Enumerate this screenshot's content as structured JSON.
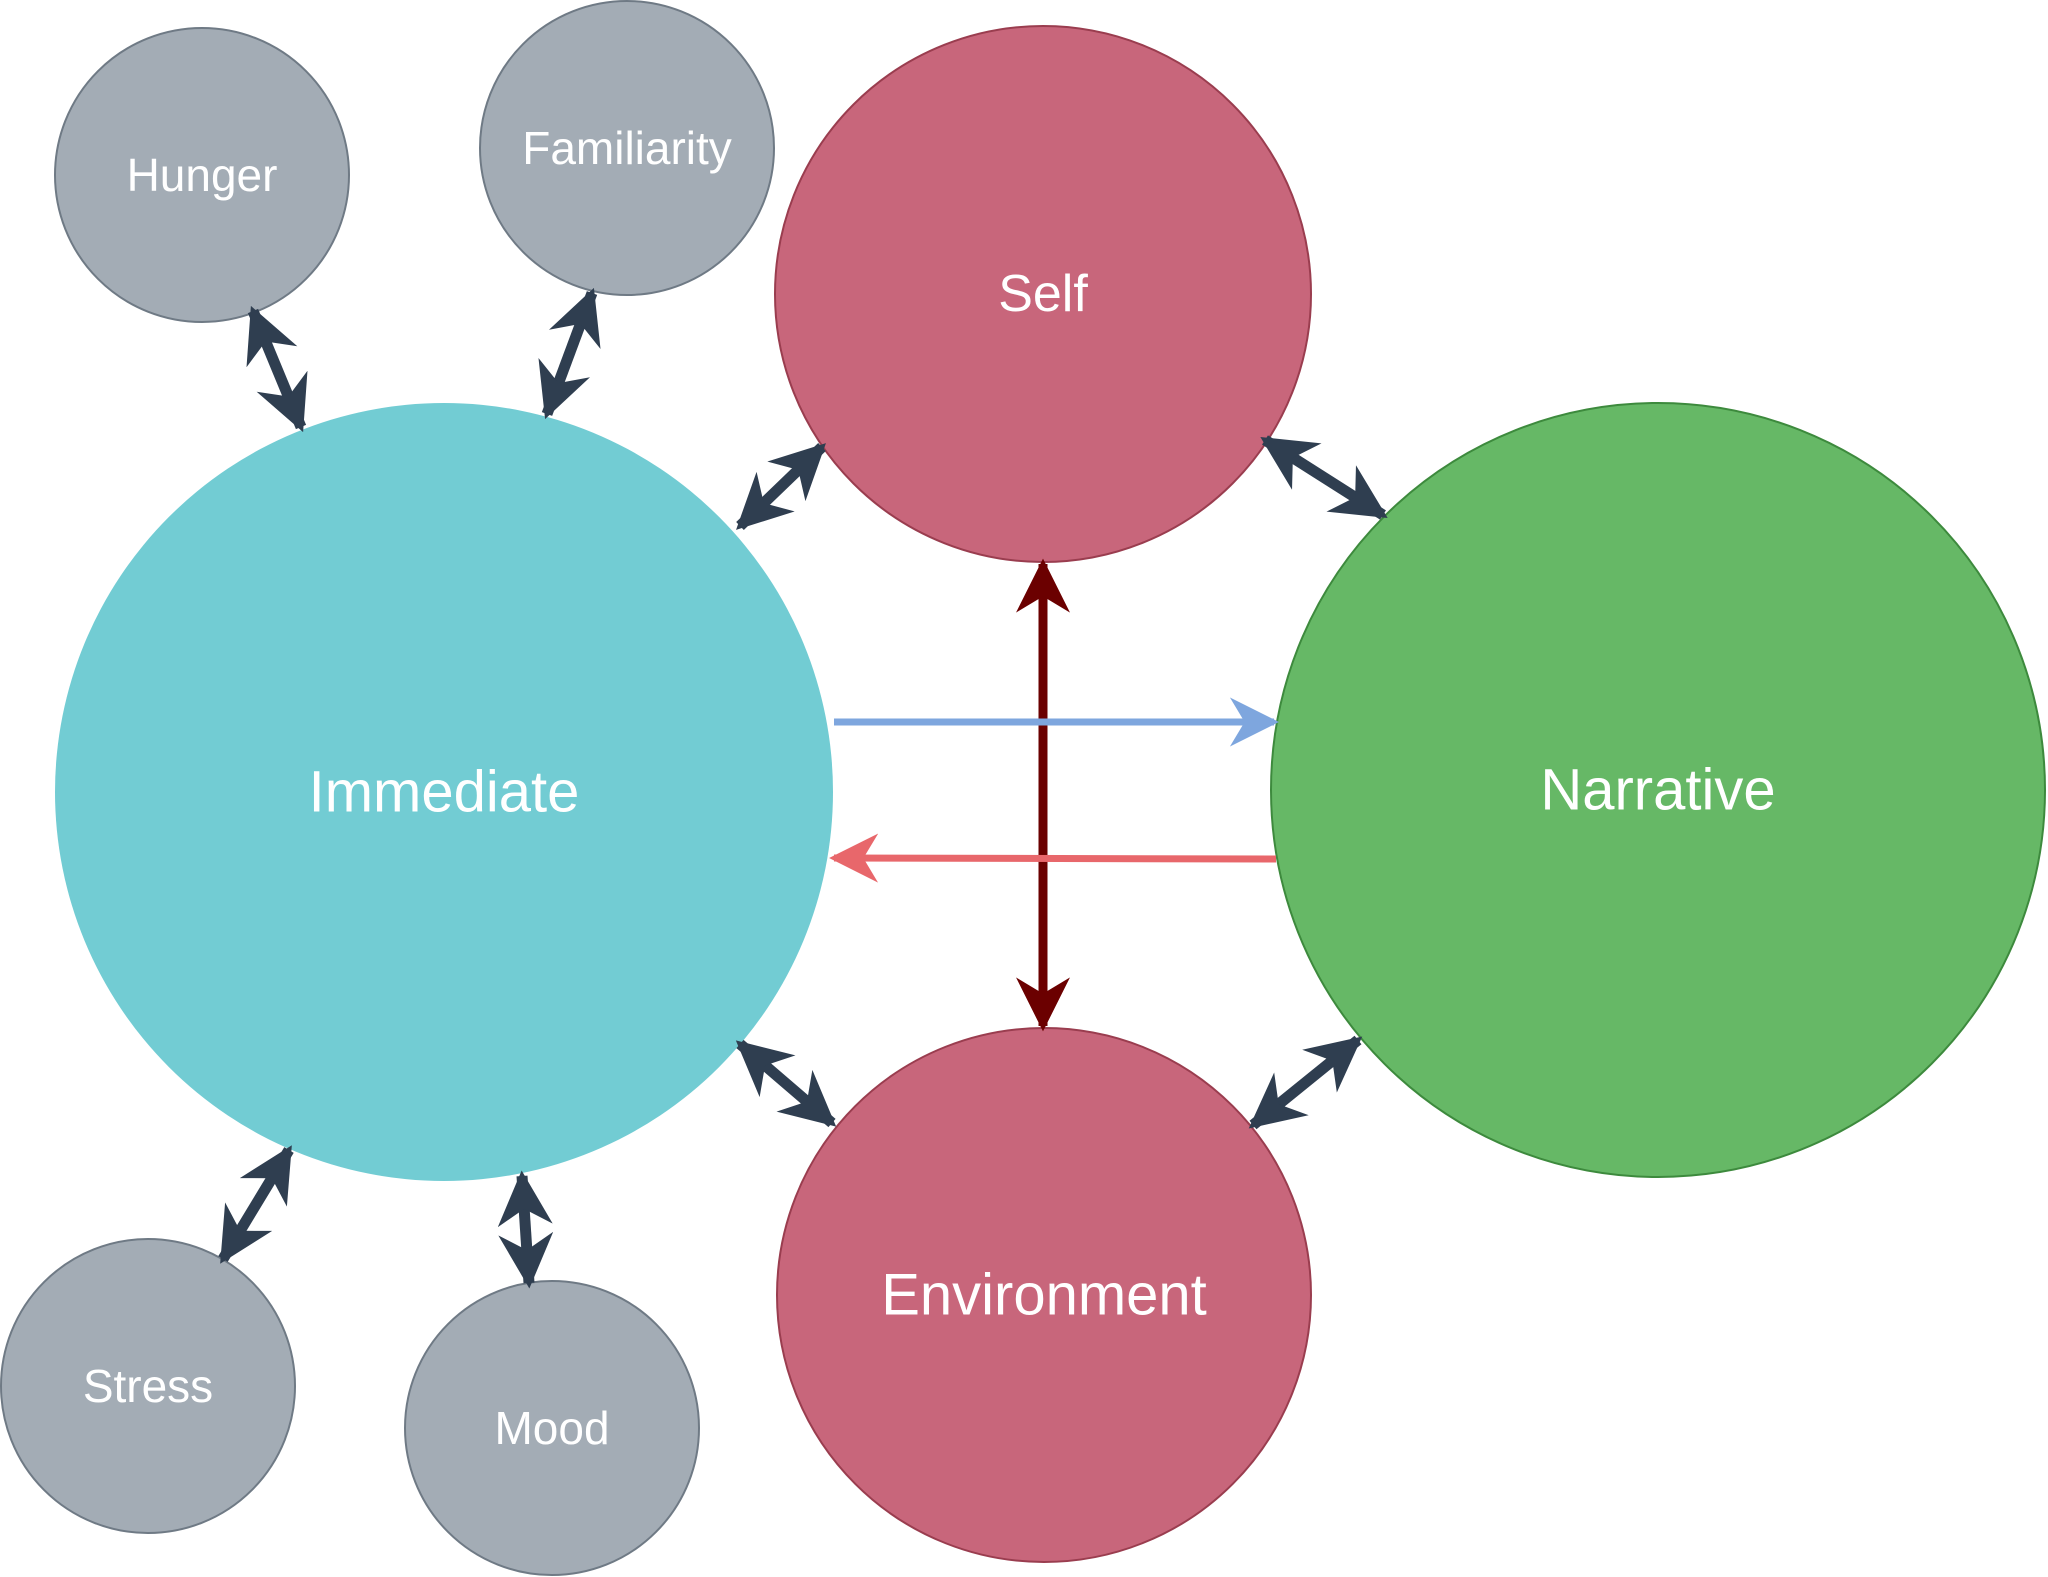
{
  "colors": {
    "background": "#ffffff",
    "teal": "#72ccd3",
    "red": "#c8667b",
    "green": "#66b866",
    "grey": "#a3acb5",
    "dark_connector": "#2f3e50",
    "dark_red_connector": "#6b0000",
    "blue_arrow": "#7ea6de",
    "red_arrow": "#e8676b"
  },
  "nodes": {
    "hunger": "Hunger",
    "familiarity": "Familiarity",
    "self": "Self",
    "immediate": "Immediate",
    "narrative": "Narrative",
    "environment": "Environment",
    "stress": "Stress",
    "mood": "Mood"
  }
}
